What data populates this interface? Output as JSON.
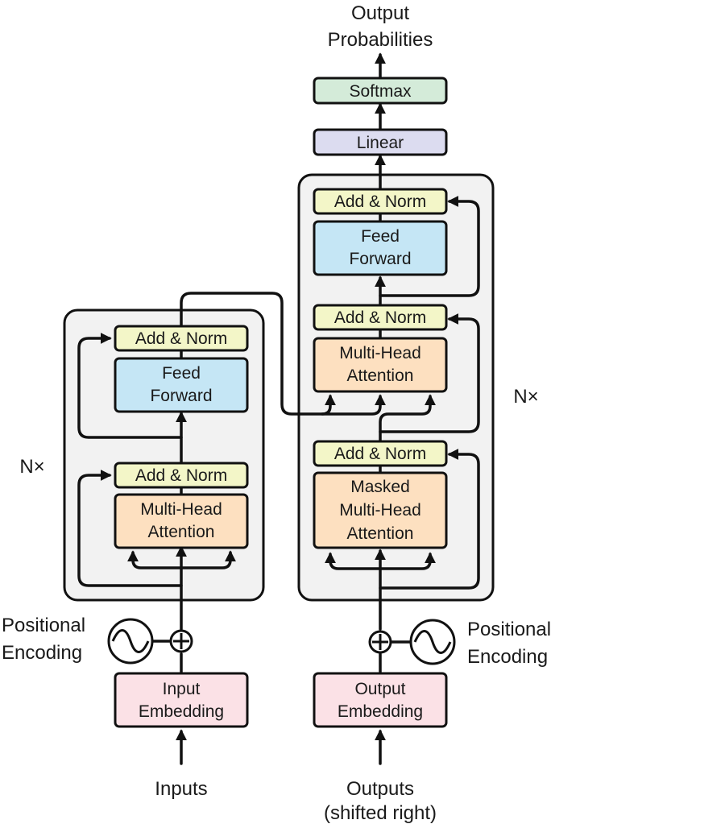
{
  "colors": {
    "add_norm": "#f3f6c8",
    "feed_forward": "#c5e6f5",
    "attention": "#fde0c0",
    "embedding": "#fbe1e6",
    "linear": "#dcdcf0",
    "softmax": "#d4ebd9",
    "stack_bg": "#f2f2f2",
    "stroke": "#111111"
  },
  "top": {
    "output_label_1": "Output",
    "output_label_2": "Probabilities",
    "softmax": "Softmax",
    "linear": "Linear"
  },
  "encoder": {
    "repeat_label": "N×",
    "add_norm_top": "Add & Norm",
    "feed_forward_1": "Feed",
    "feed_forward_2": "Forward",
    "add_norm_bottom": "Add & Norm",
    "attention_1": "Multi-Head",
    "attention_2": "Attention",
    "positional_1": "Positional",
    "positional_2": "Encoding",
    "embedding_1": "Input",
    "embedding_2": "Embedding",
    "input_label": "Inputs"
  },
  "decoder": {
    "repeat_label": "N×",
    "add_norm_top": "Add & Norm",
    "feed_forward_1": "Feed",
    "feed_forward_2": "Forward",
    "add_norm_middle": "Add & Norm",
    "cross_attention_1": "Multi-Head",
    "cross_attention_2": "Attention",
    "add_norm_bottom": "Add & Norm",
    "masked_attention_1": "Masked",
    "masked_attention_2": "Multi-Head",
    "masked_attention_3": "Attention",
    "positional_1": "Positional",
    "positional_2": "Encoding",
    "embedding_1": "Output",
    "embedding_2": "Embedding",
    "output_label_1": "Outputs",
    "output_label_2": "(shifted right)"
  }
}
